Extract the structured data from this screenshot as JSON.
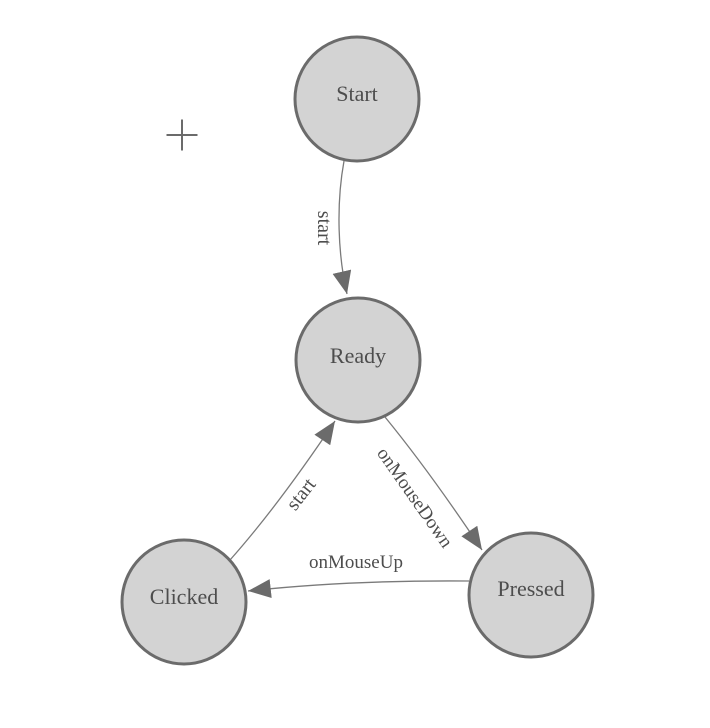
{
  "diagram": {
    "nodes": [
      {
        "id": "start",
        "label": "Start"
      },
      {
        "id": "ready",
        "label": "Ready"
      },
      {
        "id": "pressed",
        "label": "Pressed"
      },
      {
        "id": "clicked",
        "label": "Clicked"
      }
    ],
    "edges": [
      {
        "from": "start",
        "to": "ready",
        "label": "start"
      },
      {
        "from": "ready",
        "to": "pressed",
        "label": "onMouseDown"
      },
      {
        "from": "pressed",
        "to": "clicked",
        "label": "onMouseUp"
      },
      {
        "from": "clicked",
        "to": "ready",
        "label": "start"
      }
    ],
    "icons": {
      "crosshair": "plus-crosshair-cursor"
    },
    "colors": {
      "background": "#ffffff",
      "node_fill": "#d3d3d3",
      "node_stroke": "#6b6b6b",
      "label_text": "#4d4d4d",
      "edge_stroke": "#7a7a7a",
      "arrow_fill": "#6b6b6b",
      "crosshair": "#6b6b6b"
    }
  }
}
